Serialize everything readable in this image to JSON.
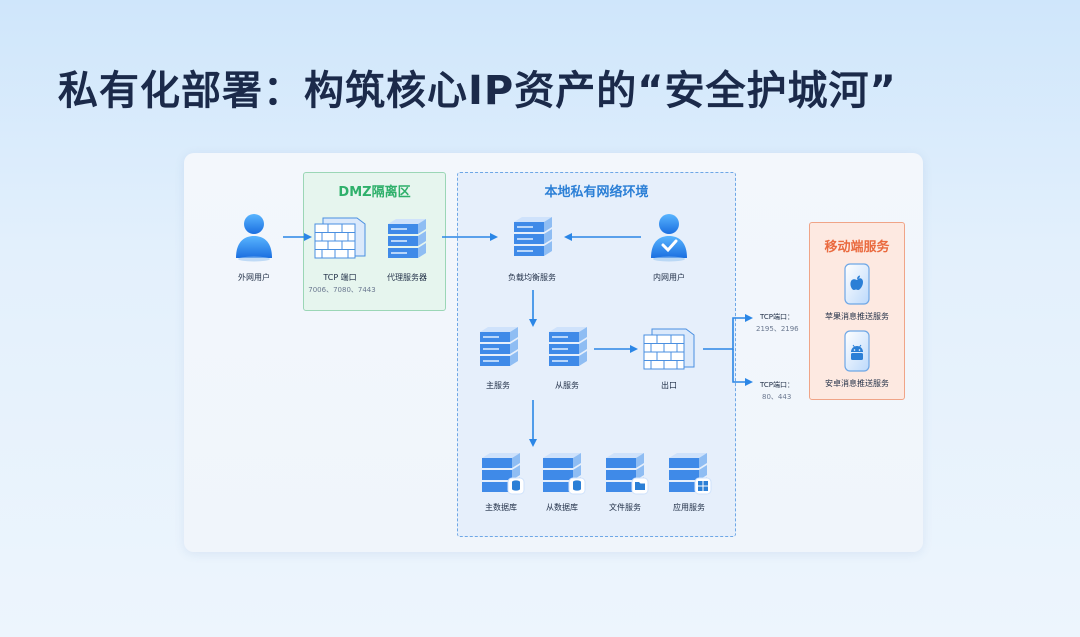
{
  "title": "私有化部署：构筑核心IP资产的“安全护城河”",
  "zones": {
    "dmz": "DMZ隔离区",
    "local": "本地私有网络环境",
    "mobile": "移动端服务"
  },
  "nodes": {
    "external_user": "外网用户",
    "tcp_port": "TCP 端口",
    "tcp_port_numbers": "7006、7080、7443",
    "proxy_server": "代理服务器",
    "load_balancer": "负载均衡服务",
    "internal_user": "内网用户",
    "master_service": "主服务",
    "slave_service": "从服务",
    "exit": "出口",
    "master_db": "主数据库",
    "slave_db": "从数据库",
    "file_service": "文件服务",
    "app_service": "应用服务",
    "apple_push": "苹果消息推送服务",
    "android_push": "安卓消息推送服务"
  },
  "ports": {
    "apple_label": "TCP端口：",
    "apple_numbers": "2195、2196",
    "android_label": "TCP端口：",
    "android_numbers": "80、443"
  },
  "colors": {
    "title": "#1b2a4a",
    "dmz_accent": "#2fb06b",
    "local_accent": "#2b7fd6",
    "mobile_accent": "#ea6a3f",
    "arrow": "#2b86e6"
  }
}
